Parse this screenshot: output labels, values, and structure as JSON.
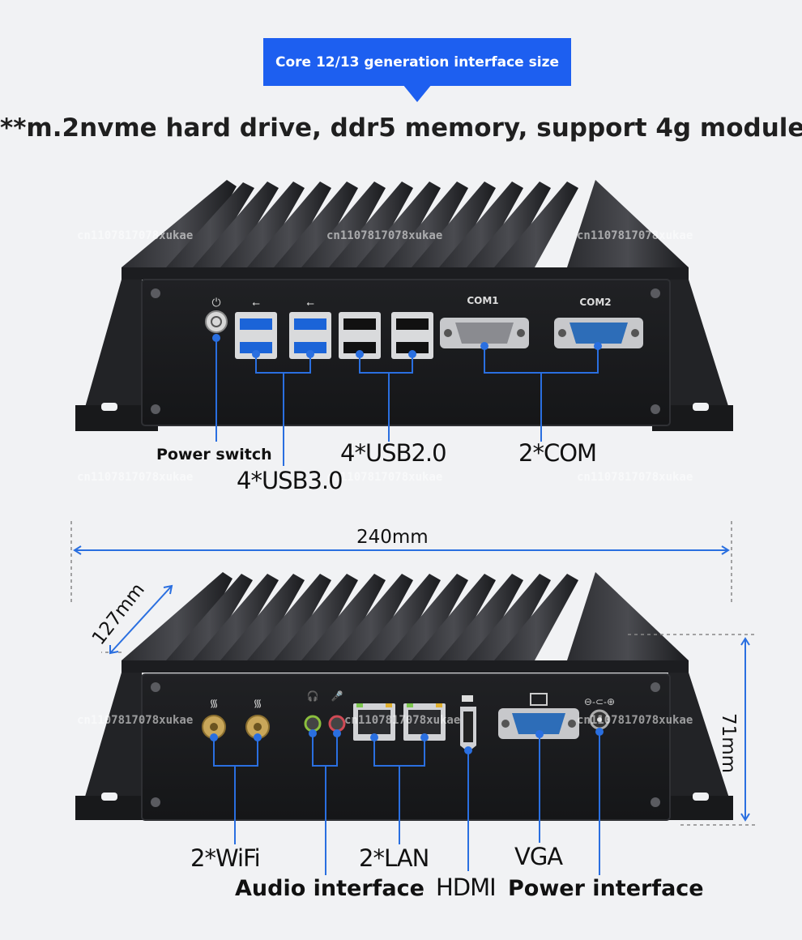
{
  "banner": {
    "text": "Core 12/13 generation interface size"
  },
  "headline": "**m.2nvme hard drive, ddr5 memory, support 4g module",
  "watermark": "cn1107817078xukae",
  "top_panel": {
    "port_markings": {
      "com1": "COM1",
      "com2": "COM2"
    },
    "labels": {
      "power_switch": "Power switch",
      "usb3": "4*USB3.0",
      "usb2": "4*USB2.0",
      "com": "2*COM"
    }
  },
  "bottom_panel": {
    "dimensions": {
      "width": "240mm",
      "depth": "127mm",
      "height": "71mm"
    },
    "labels": {
      "wifi": "2*WiFi",
      "audio": "Audio interface",
      "lan": "2*LAN",
      "hdmi": "HDMI",
      "vga": "VGA",
      "power": "Power interface"
    }
  },
  "colors": {
    "accent": "#1d5ff0",
    "callout": "#2a6fe0",
    "chassis": "#1e1f22"
  }
}
